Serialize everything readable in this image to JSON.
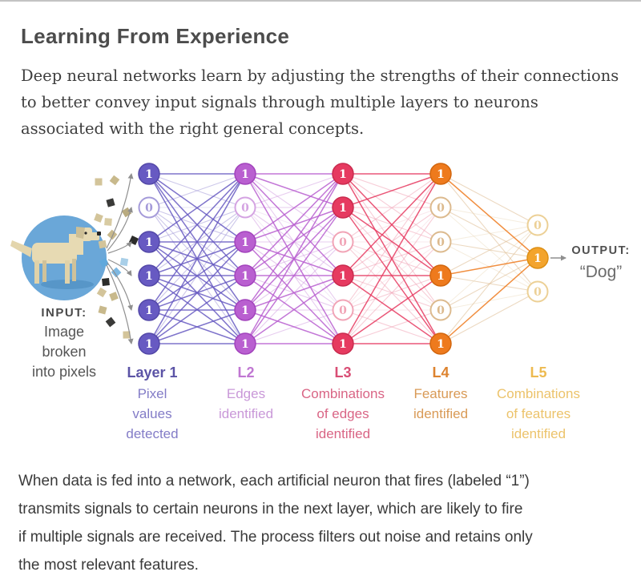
{
  "page": {
    "title": "Learning From Experience",
    "intro": "Deep neural networks learn by adjusting the strengths of their connections\nto better convey input signals through multiple layers to neurons\nassociated with the right general concepts.",
    "footer": "When data is fed into a network, each artificial neuron that fires (labeled “1”)\ntransmits signals to certain neurons in the next layer, which are likely to fire\nif multiple signals are received. The process filters out noise and retains only\nthe most relevant features."
  },
  "diagram": {
    "input": {
      "title": "INPUT:",
      "desc": "Image\nbroken\ninto pixels"
    },
    "output": {
      "title": "OUTPUT:",
      "value": "“Dog”"
    },
    "input_image_bg": "#6aa7d8",
    "layers": [
      {
        "label": "Layer 1",
        "desc": "Pixel\nvalues\ndetected",
        "nodes": [
          1,
          0,
          1,
          1,
          1,
          1
        ],
        "color": "#675ac2",
        "border": "#5348a8",
        "light": "#a49ad9",
        "pale": "#c9c4e7",
        "label_color": "#5b53a6",
        "desc_color": "#837cc7"
      },
      {
        "label": "L2",
        "desc": "Edges\nidentified",
        "nodes": [
          1,
          0,
          1,
          1,
          1,
          1
        ],
        "color": "#b95fd0",
        "border": "#a243bc",
        "light": "#d4a3e2",
        "pale": "#e4cfec",
        "label_color": "#c077d2",
        "desc_color": "#c998d8"
      },
      {
        "label": "L3",
        "desc": "Combinations\nof edges\nidentified",
        "nodes": [
          1,
          1,
          0,
          1,
          0,
          1
        ],
        "color": "#e63a60",
        "border": "#c92b4e",
        "light": "#f1a4b6",
        "pale": "#f3cfd8",
        "label_color": "#d94e75",
        "desc_color": "#d96585"
      },
      {
        "label": "L4",
        "desc": "Features\nidentified",
        "nodes": [
          1,
          0,
          0,
          1,
          0,
          1
        ],
        "color": "#ee7a1d",
        "border": "#d2660e",
        "light": "#dcba8e",
        "pale": "#e9d6b8",
        "label_color": "#dd832f",
        "desc_color": "#d99a56"
      },
      {
        "label": "L5",
        "desc": "Combinations\nof features\nidentified",
        "nodes": [
          0,
          1,
          0
        ],
        "color": "#f3a42d",
        "border": "#dd8f14",
        "light": "#ecd096",
        "pale": "#f1e2c0",
        "label_color": "#edba50",
        "desc_color": "#ecc36b"
      }
    ]
  }
}
